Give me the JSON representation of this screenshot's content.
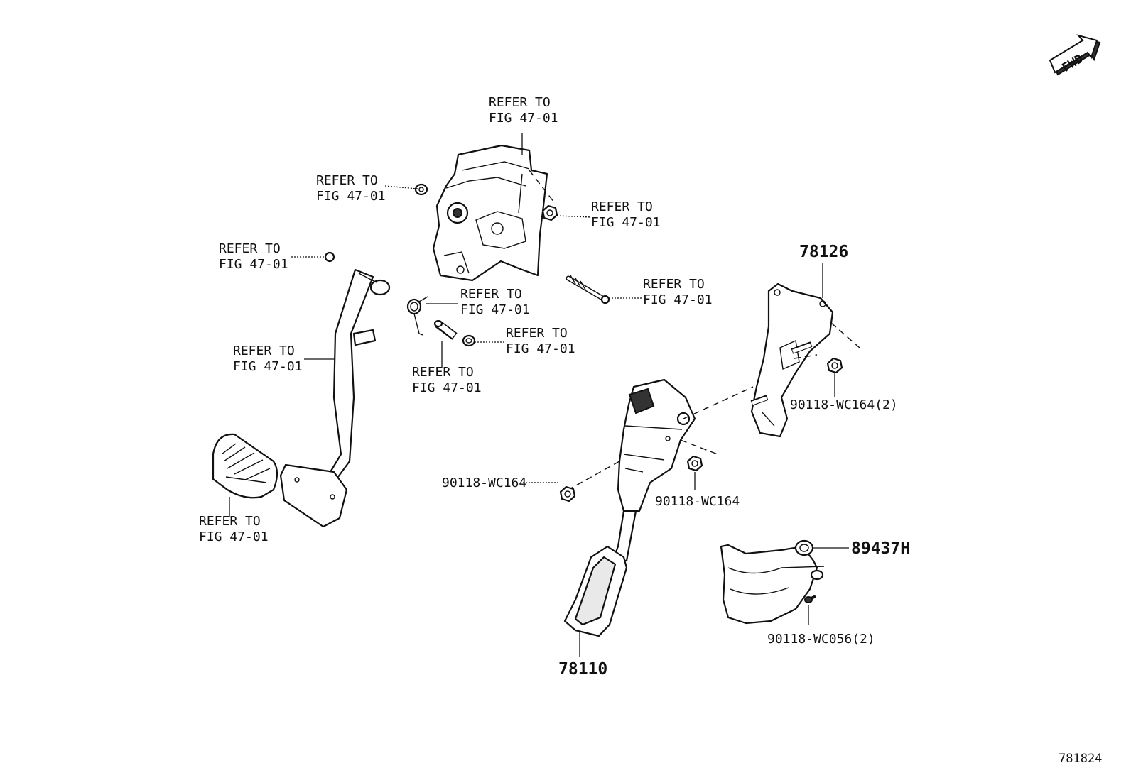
{
  "labels": {
    "refer_bracket_top": [
      "REFER TO",
      "FIG 47-01"
    ],
    "refer_nut_upper_left": [
      "REFER TO",
      "FIG 47-01"
    ],
    "refer_nut_upper_right": [
      "REFER TO",
      "FIG 47-01"
    ],
    "refer_small_nut_left": [
      "REFER TO",
      "FIG 47-01"
    ],
    "refer_bolt": [
      "REFER TO",
      "FIG 47-01"
    ],
    "refer_spring": [
      "REFER TO",
      "FIG 47-01"
    ],
    "refer_bushing": [
      "REFER TO",
      "FIG 47-01"
    ],
    "refer_pin": [
      "REFER TO",
      "FIG 47-01"
    ],
    "refer_brake_lever": [
      "REFER TO",
      "FIG 47-01"
    ],
    "refer_pedal_pad": [
      "REFER TO",
      "FIG 47-01"
    ]
  },
  "part_numbers": {
    "bracket": "78126",
    "accel_pedal": "78110",
    "sensor": "89437H",
    "nut_bracket": "90118-WC164(2)",
    "nut_left": "90118-WC164",
    "nut_center": "90118-WC164",
    "screw": "90118-WC056(2)"
  },
  "fwd_label": "FWD",
  "figure_number": "781824"
}
